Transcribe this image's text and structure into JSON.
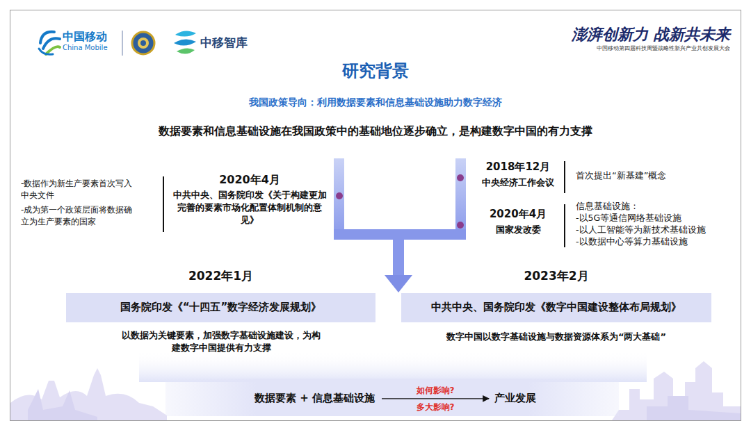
{
  "diagram": {
    "title": "研究背景",
    "nodes": [
      {
        "text": [
          "2022年1月",
          "国务院印发《“十四五”数字经济发展规划》"
        ]
      },
      {
        "text": [
          "2023年2月",
          "中共中央、国务院印发《数字中国建设整体布局规划》"
        ]
      },
      {
        "text": [
          "数据要素 + 信息基础设施"
        ]
      },
      {
        "text": [
          "产业发展"
        ]
      }
    ],
    "edges": [
      {
        "from": 2,
        "to": 3,
        "arrow": "to",
        "label": "如何影响?"
      }
    ],
    "labels": [
      "中国移动",
      "China Mobile",
      "中移智库",
      "澎湃创新力 战新共未来",
      "中国移动第四届科技周暨战略性新兴产业共创发展大会",
      "我国政策导向：利用数据要素和信息基础设施助力数字经济",
      "数据要素和信息基础设施在我国政策中的基础地位逐步确立，是构建数字中国的有力支撑",
      "-数据作为新生产要素首次写入中央文件",
      "-成为第一个政策层面将数据确立为生产要素的国家",
      "2020年4月",
      "中共中央、国务院印发《关于构建更加完善的要素市场化配置体制机制的意见》",
      "2018年12月",
      "中央经济工作会议",
      "首次提出“新基建”概念",
      "2020年4月",
      "国家发改委",
      "信息基础设施：",
      "-以5G等通信网络基础设施",
      "-以人工智能等为新技术基础设施",
      "-以数据中心等算力基础设施",
      "以数据为关键要素，加强数字基础设施建设，为构建数字中国提供有力支撑",
      "数字中国以数字基础设施与数据资源体系为“两大基础”",
      "多大影响?"
    ]
  }
}
